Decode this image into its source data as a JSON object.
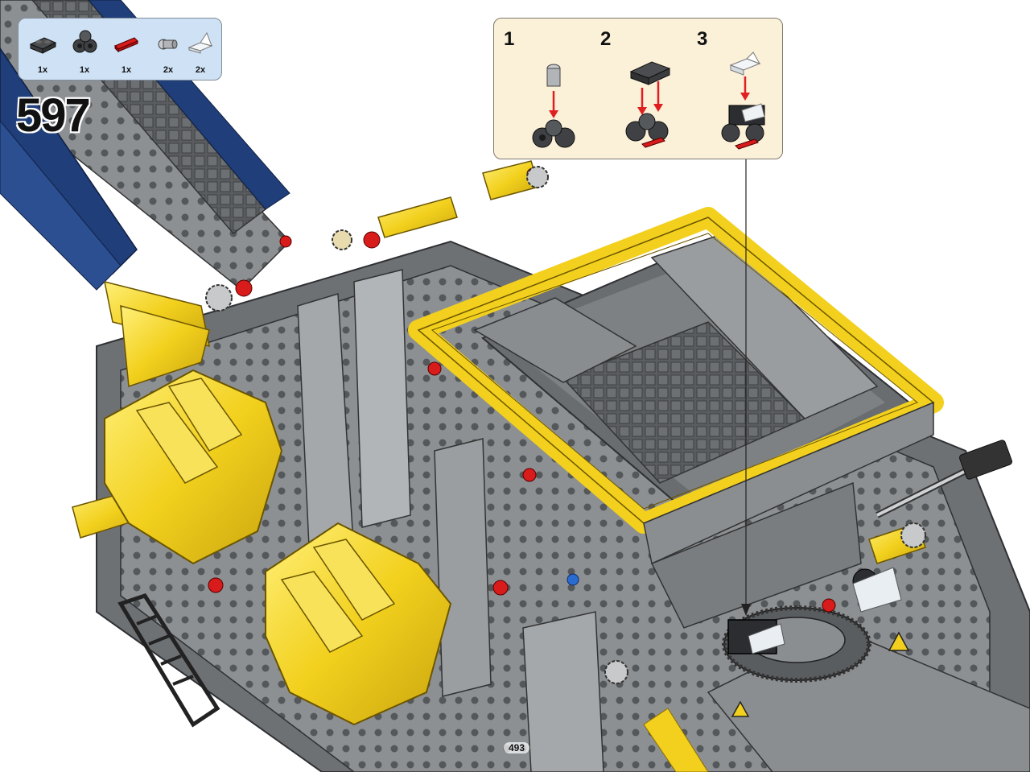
{
  "step": {
    "number": "597"
  },
  "page": {
    "number": "493"
  },
  "parts_list": [
    {
      "icon": "dark-gray-plate-1x2-icon",
      "qty": "1x"
    },
    {
      "icon": "dark-gray-pin-connector-icon",
      "qty": "1x"
    },
    {
      "icon": "red-axle-connector-icon",
      "qty": "1x"
    },
    {
      "icon": "light-gray-pin-icon",
      "qty": "2x"
    },
    {
      "icon": "trans-clear-slope-tile-icon",
      "qty": "2x"
    }
  ],
  "sub_steps": [
    {
      "number": "1"
    },
    {
      "number": "2"
    },
    {
      "number": "3"
    }
  ],
  "colors": {
    "parts_panel_bg": "#cfe2f5",
    "sub_panel_bg": "#fbf0d8",
    "frame_yellow": "#f2d01d",
    "frame_gray": "#8a8d90",
    "dark_gray": "#4b4d50",
    "belt_blue": "#1f3e7a",
    "accent_red": "#d81b1b",
    "arrow_red": "#e02020"
  }
}
